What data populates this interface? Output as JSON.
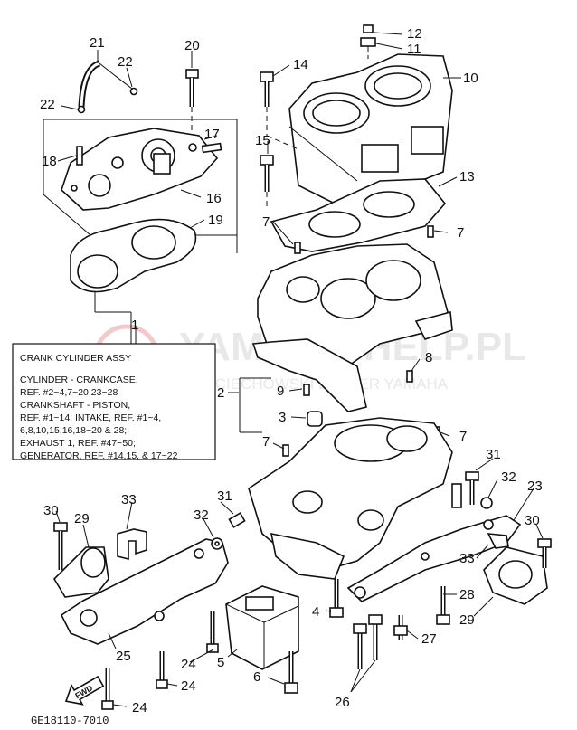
{
  "watermark": {
    "brand": "YAMAHA-HELP.PL",
    "subtitle": "WOJCIECHOWSKI DEALER YAMAHA"
  },
  "info_box": {
    "title": "CRANK CYLINDER ASSY",
    "lines": [
      "CYLINDER - CRANKCASE,",
      "REF. #2~4,7~20,23~28",
      "CRANKSHAFT - PISTON,",
      "REF. #1~14; INTAKE, REF. #1~4,",
      "6,8,10,15,16,18~20 & 28;",
      "EXHAUST 1, REF. #47~50;",
      "GENERATOR, REF. #14,15, & 17~22"
    ]
  },
  "fwd_label": "FWD",
  "diagram_code": "GE18110-7010",
  "callouts": [
    {
      "id": "c1",
      "label": "1"
    },
    {
      "id": "c2",
      "label": "2"
    },
    {
      "id": "c3",
      "label": "3"
    },
    {
      "id": "c4",
      "label": "4"
    },
    {
      "id": "c5",
      "label": "5"
    },
    {
      "id": "c6",
      "label": "6"
    },
    {
      "id": "c7a",
      "label": "7"
    },
    {
      "id": "c7b",
      "label": "7"
    },
    {
      "id": "c7c",
      "label": "7"
    },
    {
      "id": "c7d",
      "label": "7"
    },
    {
      "id": "c8",
      "label": "8"
    },
    {
      "id": "c9",
      "label": "9"
    },
    {
      "id": "c10",
      "label": "10"
    },
    {
      "id": "c11",
      "label": "11"
    },
    {
      "id": "c12",
      "label": "12"
    },
    {
      "id": "c13",
      "label": "13"
    },
    {
      "id": "c14",
      "label": "14"
    },
    {
      "id": "c15",
      "label": "15"
    },
    {
      "id": "c16",
      "label": "16"
    },
    {
      "id": "c17",
      "label": "17"
    },
    {
      "id": "c18",
      "label": "18"
    },
    {
      "id": "c19",
      "label": "19"
    },
    {
      "id": "c20",
      "label": "20"
    },
    {
      "id": "c21",
      "label": "21"
    },
    {
      "id": "c22a",
      "label": "22"
    },
    {
      "id": "c22b",
      "label": "22"
    },
    {
      "id": "c23",
      "label": "23"
    },
    {
      "id": "c24a",
      "label": "24"
    },
    {
      "id": "c24b",
      "label": "24"
    },
    {
      "id": "c24c",
      "label": "24"
    },
    {
      "id": "c25",
      "label": "25"
    },
    {
      "id": "c26",
      "label": "26"
    },
    {
      "id": "c27",
      "label": "27"
    },
    {
      "id": "c28",
      "label": "28"
    },
    {
      "id": "c29a",
      "label": "29"
    },
    {
      "id": "c29b",
      "label": "29"
    },
    {
      "id": "c30a",
      "label": "30"
    },
    {
      "id": "c30b",
      "label": "30"
    },
    {
      "id": "c31a",
      "label": "31"
    },
    {
      "id": "c31b",
      "label": "31"
    },
    {
      "id": "c32a",
      "label": "32"
    },
    {
      "id": "c32b",
      "label": "32"
    },
    {
      "id": "c33a",
      "label": "33"
    },
    {
      "id": "c33b",
      "label": "33"
    }
  ]
}
